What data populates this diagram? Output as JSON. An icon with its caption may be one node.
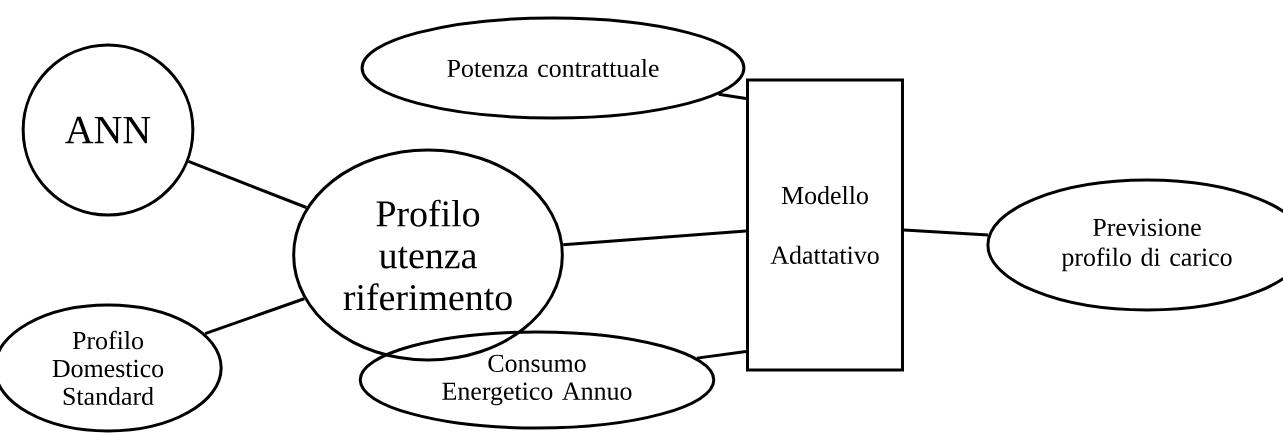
{
  "diagram": {
    "nodes": [
      {
        "text": [
          "ANN"
        ]
      },
      {
        "text": [
          "Profilo utenza riferimento"
        ]
      },
      {
        "text": [
          "Profilo Domestico Standard"
        ]
      },
      {
        "text": [
          "Potenza contrattuale"
        ]
      },
      {
        "text": [
          "Consumo Energetico Annuo"
        ]
      },
      {
        "text": [
          "Modello Adattativo"
        ]
      },
      {
        "text": [
          "Previsione profilo di carico"
        ]
      }
    ],
    "edges": [
      {
        "from": 0,
        "to": 1,
        "arrow": "none"
      },
      {
        "from": 2,
        "to": 1,
        "arrow": "none"
      },
      {
        "from": 1,
        "to": 5,
        "arrow": "none"
      },
      {
        "from": 3,
        "to": 5,
        "arrow": "none"
      },
      {
        "from": 4,
        "to": 5,
        "arrow": "none"
      },
      {
        "from": 5,
        "to": 6,
        "arrow": "none"
      }
    ]
  }
}
